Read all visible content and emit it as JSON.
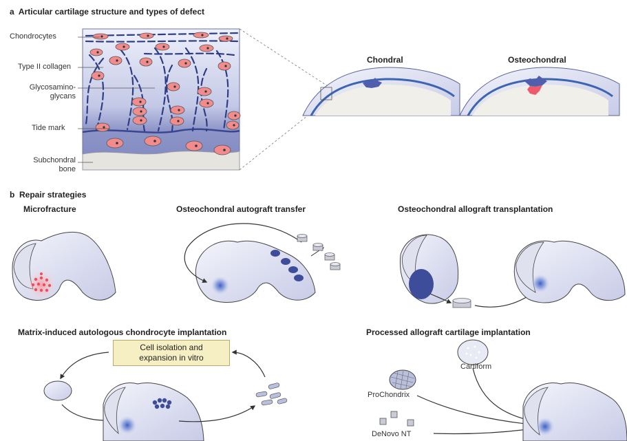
{
  "panel_a": {
    "letter": "a",
    "title": "Articular cartilage structure and types of defect",
    "labels": {
      "chondrocytes": "Chondrocytes",
      "collagen": "Type II collagen",
      "gag_line1": "Glycosamino-",
      "gag_line2": "glycans",
      "tide_mark": "Tide mark",
      "sub_line1": "Subchondral",
      "sub_line2": "bone"
    },
    "defects": {
      "chondral": "Chondral",
      "osteochondral": "Osteochondral"
    }
  },
  "panel_b": {
    "letter": "b",
    "title": "Repair strategies",
    "microfracture": "Microfracture",
    "autograft": "Osteochondral autograft transfer",
    "allograft": "Osteochondral allograft transplantation",
    "maci": "Matrix-induced autologous chondrocyte implantation",
    "maci_box_line1": "Cell isolation and",
    "maci_box_line2": "expansion in vitro",
    "processed": "Processed allograft cartilage implantation",
    "products": {
      "cartiform": "Cartiform",
      "prochondrix": "ProChondrix",
      "denovo": "DeNovo NT"
    }
  },
  "colors": {
    "cartilage": "#c9cde8",
    "cartilage_dark": "#6d78b8",
    "collagen": "#3b4a8c",
    "cell": "#f28b8b",
    "defect_blue": "#4a5aa8",
    "bone_red": "#ef5a6a",
    "callout": "#f6efc4"
  }
}
